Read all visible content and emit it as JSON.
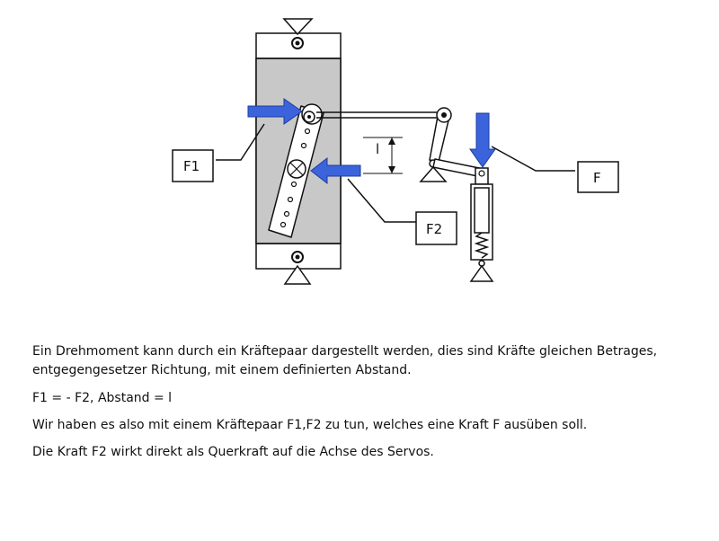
{
  "diagram": {
    "labels": {
      "f1": "F1",
      "f2": "F2",
      "f": "F",
      "distance": "l"
    },
    "colors": {
      "arrow_fill": "#3b64dc",
      "plate_fill": "#c8c8c8",
      "stroke": "#111111"
    }
  },
  "text": {
    "paragraph1": "Ein Drehmoment kann durch ein Kräftepaar dargestellt werden, dies sind Kräfte gleichen Betrages, entgegengesetzer Richtung, mit einem definierten Abstand.",
    "paragraph2": "F1 = - F2, Abstand = l",
    "paragraph3": "Wir haben es also mit einem Kräftepaar F1,F2 zu tun, welches eine Kraft F ausüben soll.",
    "paragraph4": "Die Kraft F2 wirkt direkt als Querkraft auf die Achse des Servos."
  }
}
